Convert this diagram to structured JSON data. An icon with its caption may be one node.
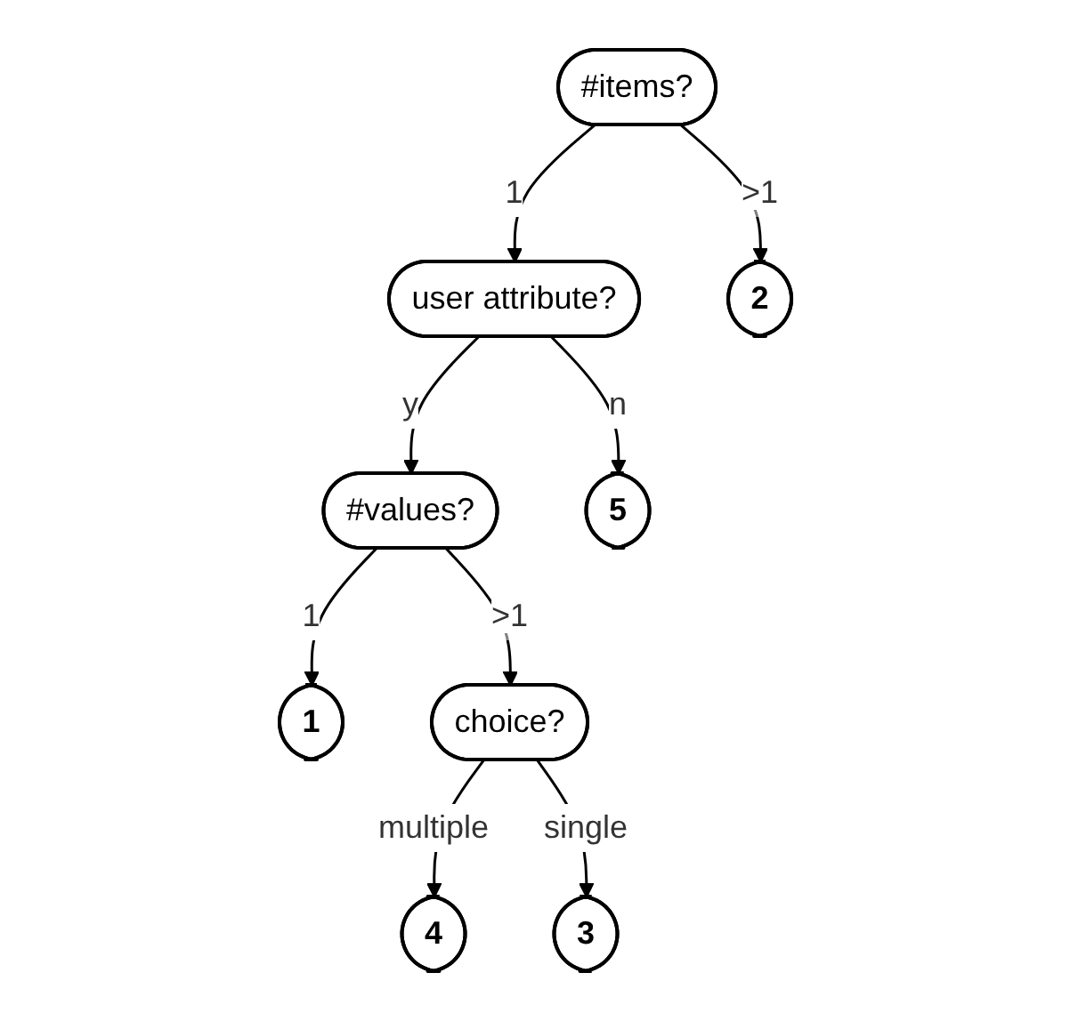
{
  "diagram": {
    "nodes": [
      {
        "text": [
          "#items?"
        ]
      },
      {
        "text": [
          "user attribute?"
        ]
      },
      {
        "text": [
          "2"
        ]
      },
      {
        "text": [
          "#values?"
        ]
      },
      {
        "text": [
          "5"
        ]
      },
      {
        "text": [
          "1"
        ]
      },
      {
        "text": [
          "choice?"
        ]
      },
      {
        "text": [
          "4"
        ]
      },
      {
        "text": [
          "3"
        ]
      }
    ],
    "edges": [
      {
        "from": 0,
        "to": 1,
        "arrow": "to",
        "label": "1"
      },
      {
        "from": 0,
        "to": 2,
        "arrow": "to",
        "label": ">1"
      },
      {
        "from": 1,
        "to": 3,
        "arrow": "to",
        "label": "y"
      },
      {
        "from": 1,
        "to": 4,
        "arrow": "to",
        "label": "n"
      },
      {
        "from": 3,
        "to": 5,
        "arrow": "to",
        "label": "1"
      },
      {
        "from": 3,
        "to": 6,
        "arrow": "to",
        "label": ">1"
      },
      {
        "from": 6,
        "to": 7,
        "arrow": "to",
        "label": "multiple"
      },
      {
        "from": 6,
        "to": 8,
        "arrow": "to",
        "label": "single"
      }
    ]
  }
}
